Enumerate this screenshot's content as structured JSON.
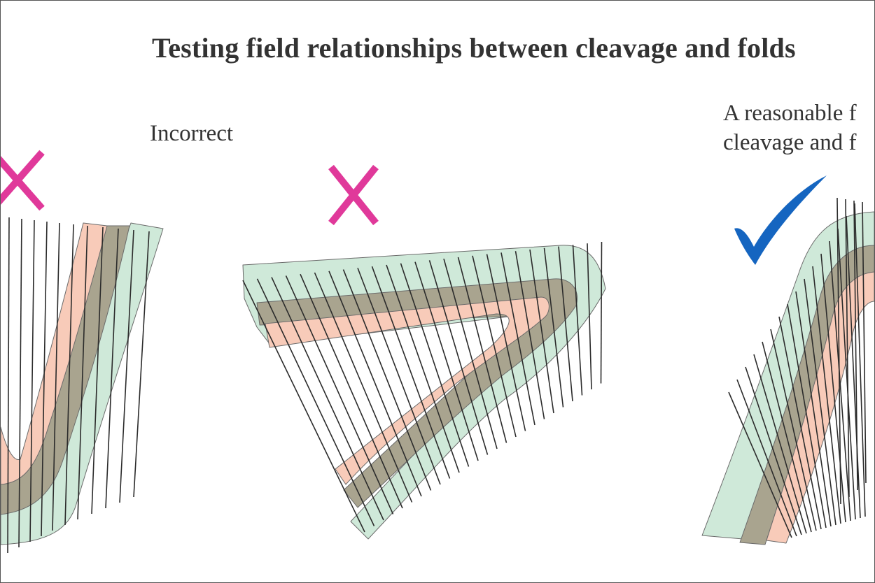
{
  "title": "Testing field relationships between cleavage and folds",
  "labels": {
    "incorrect": "Incorrect",
    "reasonable_line1": "A reasonable f",
    "reasonable_line2": "cleavage and f"
  },
  "colors": {
    "outer_layer": "#cfe9d9",
    "middle_layer": "#a9a48f",
    "inner_layer": "#f8cbb9",
    "cleavage_lines": "#2b2b2b",
    "cross_mark": "#e0399a",
    "check_mark": "#1565c0",
    "outline": "#6a6a6a",
    "text": "#333333"
  },
  "panels": [
    {
      "id": "left",
      "verdict": "incorrect",
      "mark": "cross-icon"
    },
    {
      "id": "middle",
      "verdict": "incorrect",
      "mark": "cross-icon"
    },
    {
      "id": "right",
      "verdict": "reasonable",
      "mark": "checkmark-icon"
    }
  ]
}
